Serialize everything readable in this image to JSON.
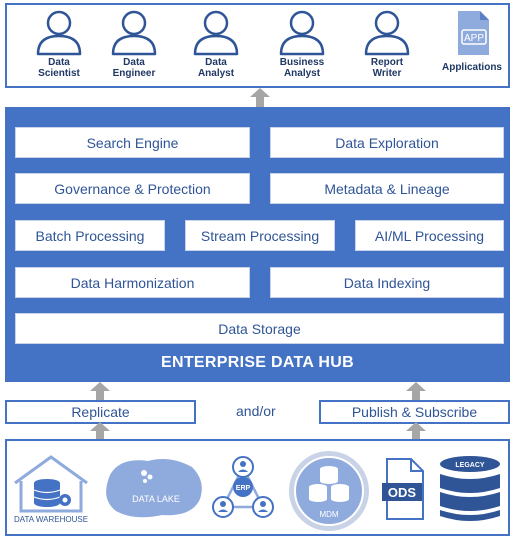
{
  "consumers": [
    {
      "label": "Data\nScientist",
      "icon": "person-icon"
    },
    {
      "label": "Data\nEngineer",
      "icon": "person-icon"
    },
    {
      "label": "Data\nAnalyst",
      "icon": "person-icon"
    },
    {
      "label": "Business\nAnalyst",
      "icon": "person-icon"
    },
    {
      "label": "Report\nWriter",
      "icon": "person-icon"
    },
    {
      "label": "Applications",
      "icon": "app-document-icon",
      "badge": "APP"
    }
  ],
  "hub": {
    "title": "ENTERPRISE DATA HUB",
    "search_engine": "Search Engine",
    "data_exploration": "Data Exploration",
    "governance": "Governance & Protection",
    "metadata": "Metadata & Lineage",
    "batch": "Batch Processing",
    "stream": "Stream Processing",
    "aiml": "AI/ML Processing",
    "harmonization": "Data Harmonization",
    "indexing": "Data Indexing",
    "storage": "Data Storage"
  },
  "integration": {
    "replicate": "Replicate",
    "andor": "and/or",
    "publish": "Publish & Subscribe"
  },
  "sources": {
    "warehouse": "DATA WAREHOUSE",
    "lake": "DATA LAKE",
    "erp": "ERP",
    "mdm": "MDM",
    "ods": "ODS",
    "legacy": "LEGACY"
  },
  "colors": {
    "primary": "#4472c4",
    "dark_text": "#1f3864",
    "box_text": "#2f5597",
    "arrow": "#a6a6a6",
    "icon_fill": "#8faadc"
  }
}
